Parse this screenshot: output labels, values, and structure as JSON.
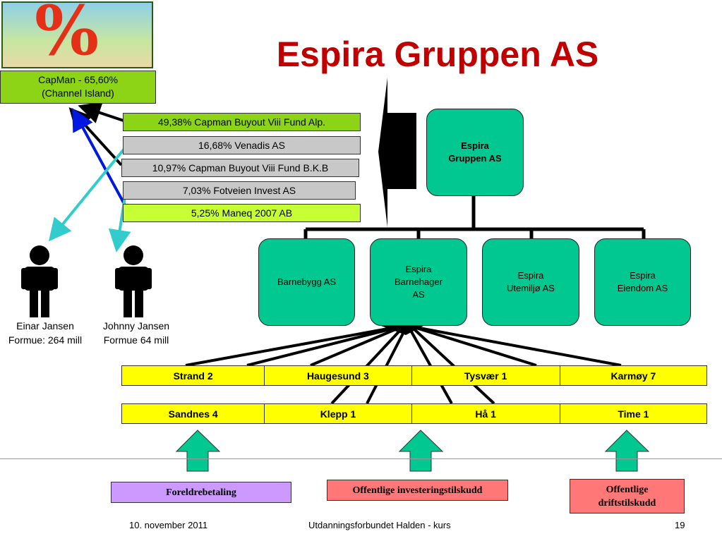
{
  "title": "Espira Gruppen AS",
  "capman": {
    "line1": "CapMan - 65,60%",
    "line2": "(Channel Island)"
  },
  "shareholders": [
    "49,38% Capman Buyout Viii Fund Alp.",
    "16,68% Venadis AS",
    "10,97% Capman Buyout Viii Fund B.K.B",
    "7,03% Fotveien Invest AS",
    "5,25% Maneq 2007 AB"
  ],
  "people": [
    {
      "name": "Einar Jansen",
      "wealth": "Formue: 264 mill"
    },
    {
      "name": "Johnny Jansen",
      "wealth": "Formue 64 mill"
    }
  ],
  "parent": {
    "line1": "Espira",
    "line2": "Gruppen AS"
  },
  "subsidiaries": [
    {
      "lines": [
        "Barnebygg AS"
      ]
    },
    {
      "lines": [
        "Espira",
        "Barnehager",
        "AS"
      ]
    },
    {
      "lines": [
        "Espira",
        "Utemiljø AS"
      ]
    },
    {
      "lines": [
        "Espira",
        "Eiendom AS"
      ]
    }
  ],
  "kindergartens_row1": [
    "Strand 2",
    "Haugesund 3",
    "Tysvær 1",
    "Karmøy 7"
  ],
  "kindergartens_row2": [
    "Sandnes 4",
    "Klepp 1",
    "Hå 1",
    "Time 1"
  ],
  "funding": [
    {
      "lines": [
        "Foreldrebetaling"
      ]
    },
    {
      "lines": [
        "Offentlige investeringstilskudd"
      ]
    },
    {
      "lines": [
        "Offentlige",
        "driftstilskudd"
      ]
    }
  ],
  "footer": {
    "date": "10. november 2011",
    "center": "Utdanningsforbundet Halden - kurs",
    "page": "19"
  },
  "colors": {
    "title": "#c00000",
    "org_box": "#00c890",
    "grid": "#ffff00",
    "arrow_up": "#00c890",
    "funding_parent": "#cc99ff",
    "funding_public": "#ff7777"
  }
}
